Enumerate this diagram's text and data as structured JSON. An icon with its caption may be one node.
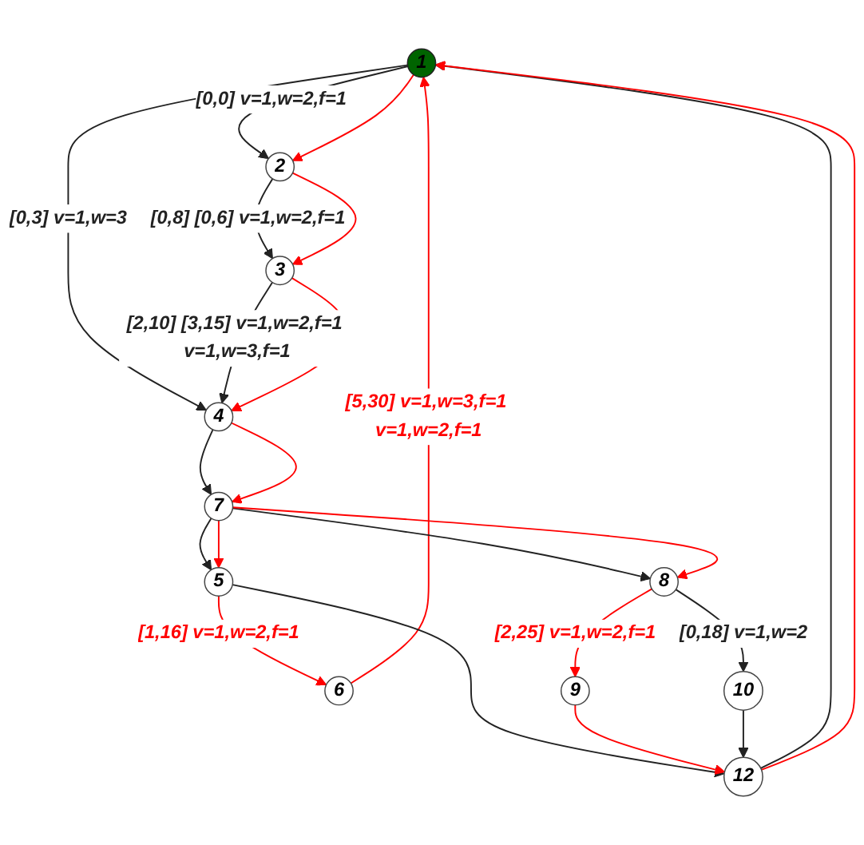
{
  "diagram": {
    "nodes": [
      {
        "text": [
          "1"
        ]
      },
      {
        "text": [
          "2"
        ]
      },
      {
        "text": [
          "3"
        ]
      },
      {
        "text": [
          "4"
        ]
      },
      {
        "text": [
          "5"
        ]
      },
      {
        "text": [
          "6"
        ]
      },
      {
        "text": [
          "7"
        ]
      },
      {
        "text": [
          "8"
        ]
      },
      {
        "text": [
          "9"
        ]
      },
      {
        "text": [
          "10"
        ]
      },
      {
        "text": [
          "12"
        ]
      }
    ],
    "edges": [
      {
        "from": 0,
        "to": 1,
        "arrow": "to",
        "label": "[0,0] v=1,w=2,f=1"
      },
      {
        "from": 0,
        "to": 1,
        "arrow": "to",
        "color": "#ff0000"
      },
      {
        "from": 1,
        "to": 2,
        "arrow": "to",
        "label": "[0,8] [0,6] v=1,w=2,f=1"
      },
      {
        "from": 1,
        "to": 2,
        "arrow": "to",
        "color": "#ff0000"
      },
      {
        "from": 0,
        "to": 3,
        "arrow": "to",
        "label": "[0,3] v=1,w=3"
      },
      {
        "from": 2,
        "to": 3,
        "arrow": "to",
        "label": "[2,10] [3,15] v=1,w=2,f=1 v=1,w=3,f=1"
      },
      {
        "from": 2,
        "to": 3,
        "arrow": "to",
        "color": "#ff0000"
      },
      {
        "from": 3,
        "to": 6,
        "arrow": "to"
      },
      {
        "from": 3,
        "to": 6,
        "arrow": "to",
        "color": "#ff0000"
      },
      {
        "from": 6,
        "to": 4,
        "arrow": "to"
      },
      {
        "from": 6,
        "to": 4,
        "arrow": "to",
        "color": "#ff0000"
      },
      {
        "from": 4,
        "to": 5,
        "arrow": "to",
        "color": "#ff0000",
        "label": "[1,16] v=1,w=2,f=1"
      },
      {
        "from": 5,
        "to": 0,
        "arrow": "to",
        "color": "#ff0000",
        "label": "[5,30] v=1,w=3,f=1 v=1,w=2,f=1"
      },
      {
        "from": 4,
        "to": 10,
        "arrow": "to"
      },
      {
        "from": 6,
        "to": 7,
        "arrow": "to"
      },
      {
        "from": 6,
        "to": 7,
        "arrow": "to",
        "color": "#ff0000"
      },
      {
        "from": 7,
        "to": 8,
        "arrow": "to",
        "color": "#ff0000",
        "label": "[2,25] v=1,w=2,f=1"
      },
      {
        "from": 7,
        "to": 9,
        "arrow": "to",
        "label": "[0,18] v=1,w=2"
      },
      {
        "from": 8,
        "to": 10,
        "arrow": "to",
        "color": "#ff0000"
      },
      {
        "from": 9,
        "to": 10,
        "arrow": "to"
      },
      {
        "from": 10,
        "to": 0,
        "arrow": "to"
      },
      {
        "from": 10,
        "to": 0,
        "arrow": "to",
        "color": "#ff0000"
      }
    ]
  }
}
